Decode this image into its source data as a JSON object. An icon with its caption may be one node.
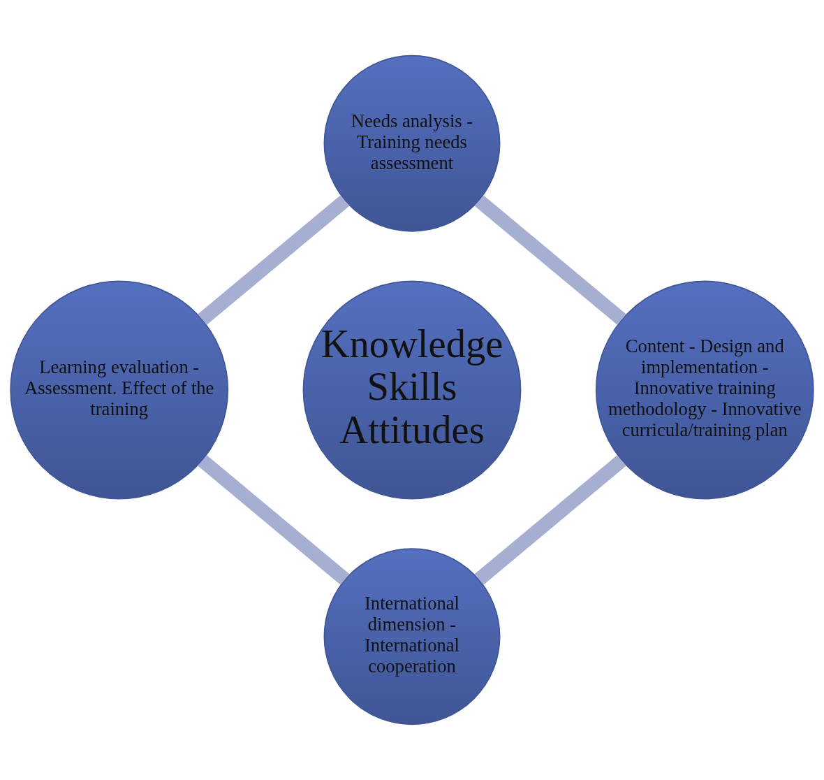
{
  "diagram": {
    "nodes": [
      {
        "text": [
          "Needs analysis - Training needs assessment"
        ]
      },
      {
        "text": [
          "Learning evaluation - Assessment. Effect of the training"
        ]
      },
      {
        "text": [
          "Knowledge Skills Attitudes"
        ]
      },
      {
        "text": [
          "Content - Design and implementation - Innovative training methodology - Innovative curricula/training plan"
        ]
      },
      {
        "text": [
          "International dimension - International cooperation"
        ]
      }
    ],
    "edges": [
      {
        "from": 0,
        "to": 3,
        "arrow": "none"
      },
      {
        "from": 3,
        "to": 4,
        "arrow": "none"
      },
      {
        "from": 4,
        "to": 1,
        "arrow": "none"
      },
      {
        "from": 1,
        "to": 0,
        "arrow": "none"
      }
    ]
  }
}
